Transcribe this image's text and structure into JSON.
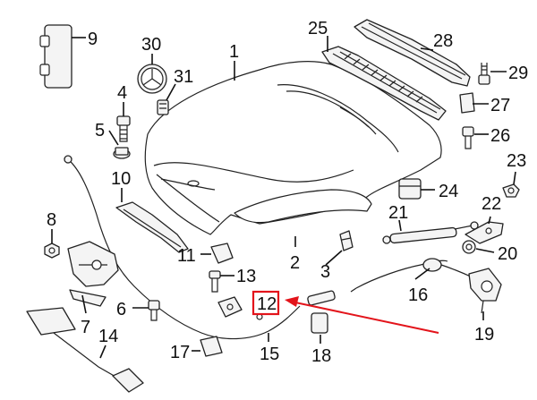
{
  "callouts": {
    "c1": "1",
    "c2": "2",
    "c3": "3",
    "c4": "4",
    "c5": "5",
    "c6": "6",
    "c7": "7",
    "c8": "8",
    "c9": "9",
    "c10": "10",
    "c11": "11",
    "c12": "12",
    "c13": "13",
    "c14": "14",
    "c15": "15",
    "c16": "16",
    "c17": "17",
    "c18": "18",
    "c19": "19",
    "c20": "20",
    "c21": "21",
    "c22": "22",
    "c23": "23",
    "c24": "24",
    "c25": "25",
    "c26": "26",
    "c27": "27",
    "c28": "28",
    "c29": "29",
    "c30": "30",
    "c31": "31"
  },
  "highlight": {
    "target_callout": "12",
    "color": "#e3141b"
  }
}
